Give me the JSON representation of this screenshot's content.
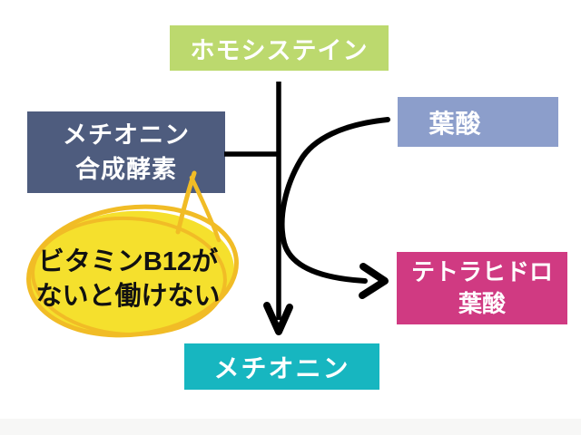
{
  "page": {
    "background_color": "#ffffff",
    "footer_strip_color": "#f7f7f6"
  },
  "diagram": {
    "nodes": {
      "homocysteine": {
        "label": "ホモシステイン",
        "color": "#bcd96e"
      },
      "methionine_synthase": {
        "line1": "メチオニン",
        "line2": "合成酵素",
        "color": "#4e5c7e"
      },
      "folate": {
        "label": "葉酸",
        "color": "#8c9ecb"
      },
      "tetrahydrofolate": {
        "line1": "テトラヒドロ",
        "line2": "葉酸",
        "color": "#d03a82"
      },
      "methionine": {
        "label": "メチオニン",
        "color": "#17b6c0"
      }
    },
    "callout": {
      "line1": "ビタミンB12が",
      "line2": "ないと働けない",
      "fill_color": "#f5e02d",
      "stroke_color": "#f1bc26",
      "text_color": "#111111"
    },
    "arrows": {
      "color": "#000000",
      "items": [
        {
          "name": "homocysteine-to-methionine",
          "style": "straight-down-chevron"
        },
        {
          "name": "synthase-connector",
          "style": "horizontal-line"
        },
        {
          "name": "folate-to-tetrahydrofolate",
          "style": "curved-chevron"
        }
      ]
    }
  }
}
